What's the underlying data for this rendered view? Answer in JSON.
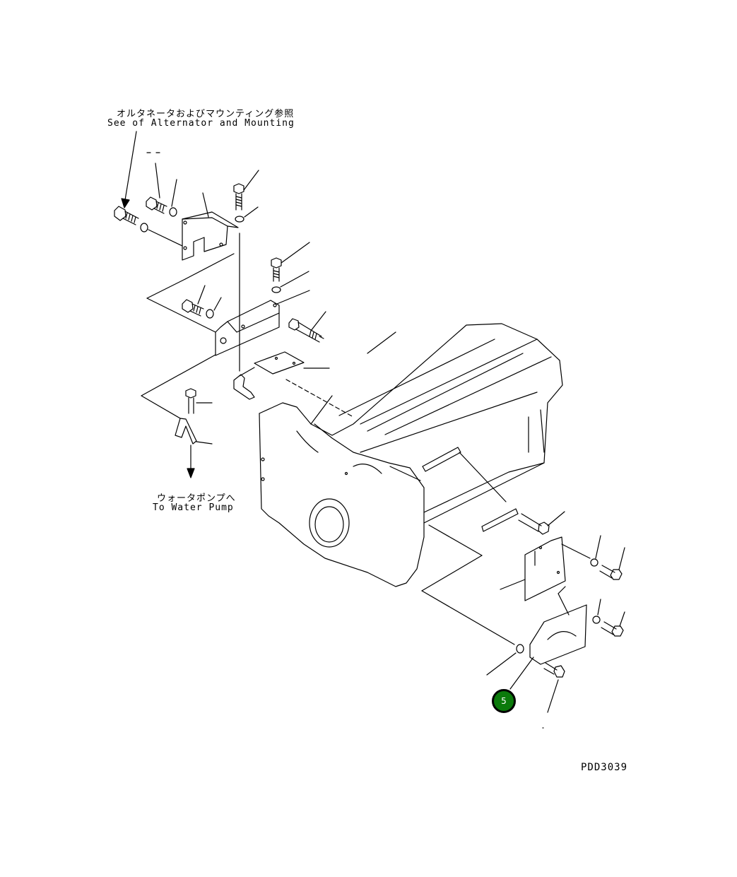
{
  "alternator_ref": {
    "ja": "オルタネータおよびマウンティング参照",
    "en": "See of Alternator and Mounting"
  },
  "water_pump_ref": {
    "ja": "ウォータポンプへ",
    "en": "To Water Pump"
  },
  "callout": {
    "number": "5",
    "color": "#0b7a0b"
  },
  "drawing_code": "PDD3039"
}
